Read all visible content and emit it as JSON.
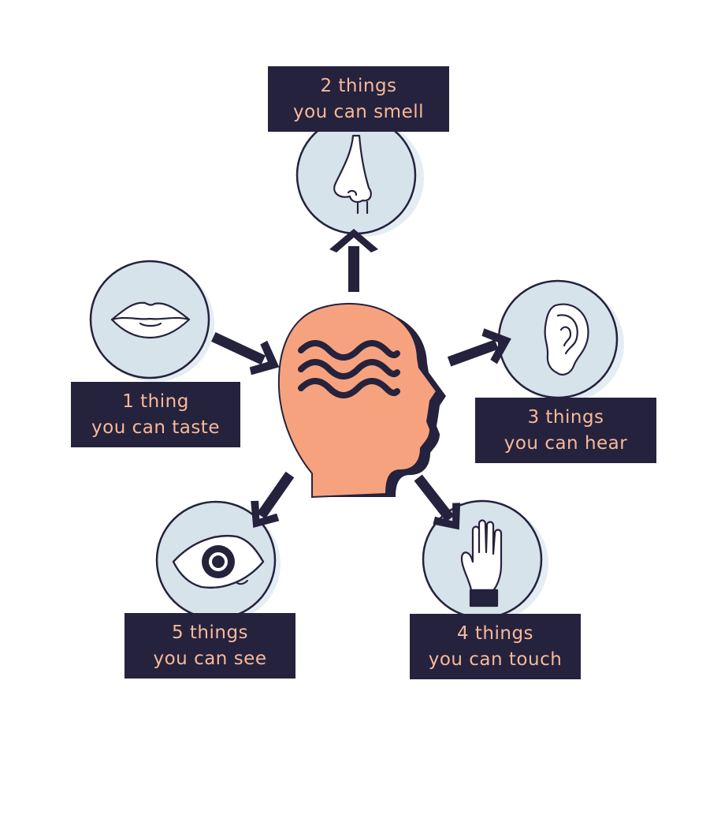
{
  "colors": {
    "navy": "#25223d",
    "label_text": "#f7b99a",
    "head_fill": "#f7a27e",
    "circle_fill": "#d6e3ea",
    "circle_shadow": "#d9e6ee",
    "outline": "#25223d"
  },
  "senses": {
    "smell": {
      "line1": "2 things",
      "line2": "you can smell",
      "icon": "nose-icon"
    },
    "hear": {
      "line1": "3 things",
      "line2": "you can hear",
      "icon": "ear-icon"
    },
    "touch": {
      "line1": "4 things",
      "line2": "you can touch",
      "icon": "hand-icon"
    },
    "see": {
      "line1": "5 things",
      "line2": "you can see",
      "icon": "eye-icon"
    },
    "taste": {
      "line1": "1 thing",
      "line2": "you can taste",
      "icon": "lips-icon"
    }
  },
  "center": {
    "icon": "head-icon",
    "waves_icon": "waves-icon"
  }
}
